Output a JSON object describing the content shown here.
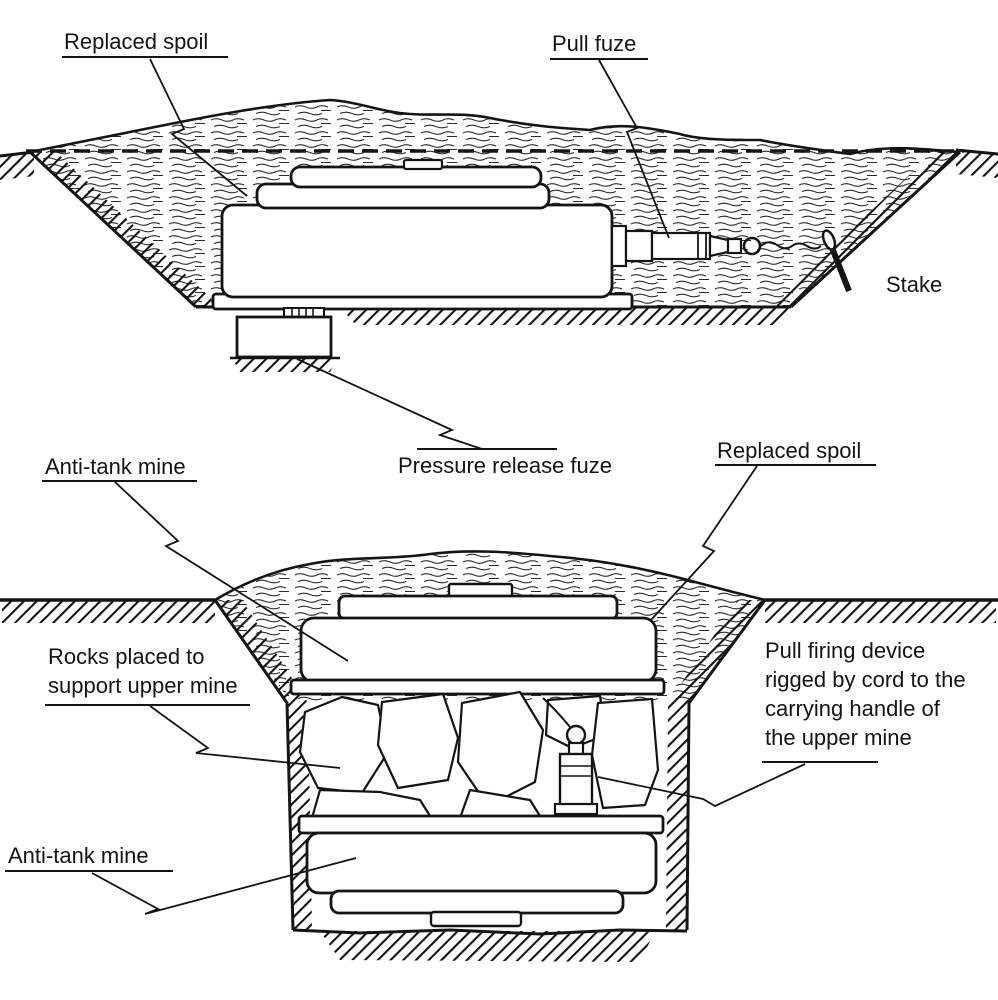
{
  "top_diagram": {
    "labels": {
      "replaced_spoil": "Replaced spoil",
      "pull_fuze": "Pull fuze",
      "stake": "Stake",
      "pressure_release_fuze": "Pressure release fuze"
    }
  },
  "bottom_diagram": {
    "labels": {
      "anti_tank_mine_upper": "Anti-tank mine",
      "replaced_spoil": "Replaced spoil",
      "rocks": [
        "Rocks placed to",
        "support upper mine"
      ],
      "pull_firing_device": [
        "Pull firing device",
        "rigged by cord to the",
        "carrying handle of",
        "the upper mine"
      ],
      "anti_tank_mine_lower": "Anti-tank mine"
    }
  },
  "colors": {
    "ink": "#141414",
    "background": "#ffffff"
  }
}
